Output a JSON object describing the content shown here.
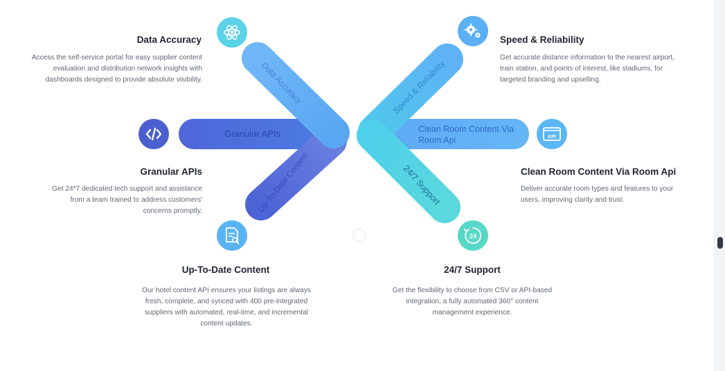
{
  "features": {
    "data_accuracy": {
      "title": "Data Accuracy",
      "desc": "Access the self-service portal for easy supplier content evaluation and distribution network insights with dashboards designed to provide absolute visibility.",
      "band_label": "Data Accuracy",
      "icon": "atom-icon"
    },
    "speed_reliability": {
      "title": "Speed & Reliability",
      "desc": "Get accurate distance information to the nearest airport, train station, and points of interest, like stadiums, for targeted branding and upselling.",
      "band_label": "Speed & Reliability",
      "icon": "gears-icon"
    },
    "granular_apis": {
      "title": "Granular APIs",
      "desc": "Get 24*7 dedicated tech support and assistance from a team trained to address customers' concerns promptly.",
      "band_label": "Granular APIs",
      "icon": "code-icon"
    },
    "clean_room": {
      "title": "Clean Room Content Via Room Api",
      "desc": "Deliver accurate room types and features to your users, improving clarity and trust.",
      "band_label_line1": "Clean Room Content Via",
      "band_label_line2": "Room Api",
      "icon": "api-icon",
      "icon_text": "API"
    },
    "up_to_date": {
      "title": "Up-To-Date Content",
      "desc": "Our hotel content API ensures your listings are always fresh, complete, and synced with 400 pre-integrated suppliers with automated, real-time, and incremental content updates.",
      "band_label": "Up-To-Date Content",
      "icon": "document-search-icon"
    },
    "support": {
      "title": "24/7 Support",
      "desc": "Get the flexibility to choose from CSV or API-based integration, a fully automated 360° content management experience.",
      "band_label": "24/7 Support",
      "icon": "clock-24-icon",
      "icon_text": "24"
    }
  },
  "colors": {
    "blue_dark": "#4b67d8",
    "blue_mid": "#5aa9f3",
    "cyan": "#55d3ea",
    "teal": "#56d6c6",
    "text_dark": "#1f2330",
    "text_muted": "#5f6673"
  }
}
